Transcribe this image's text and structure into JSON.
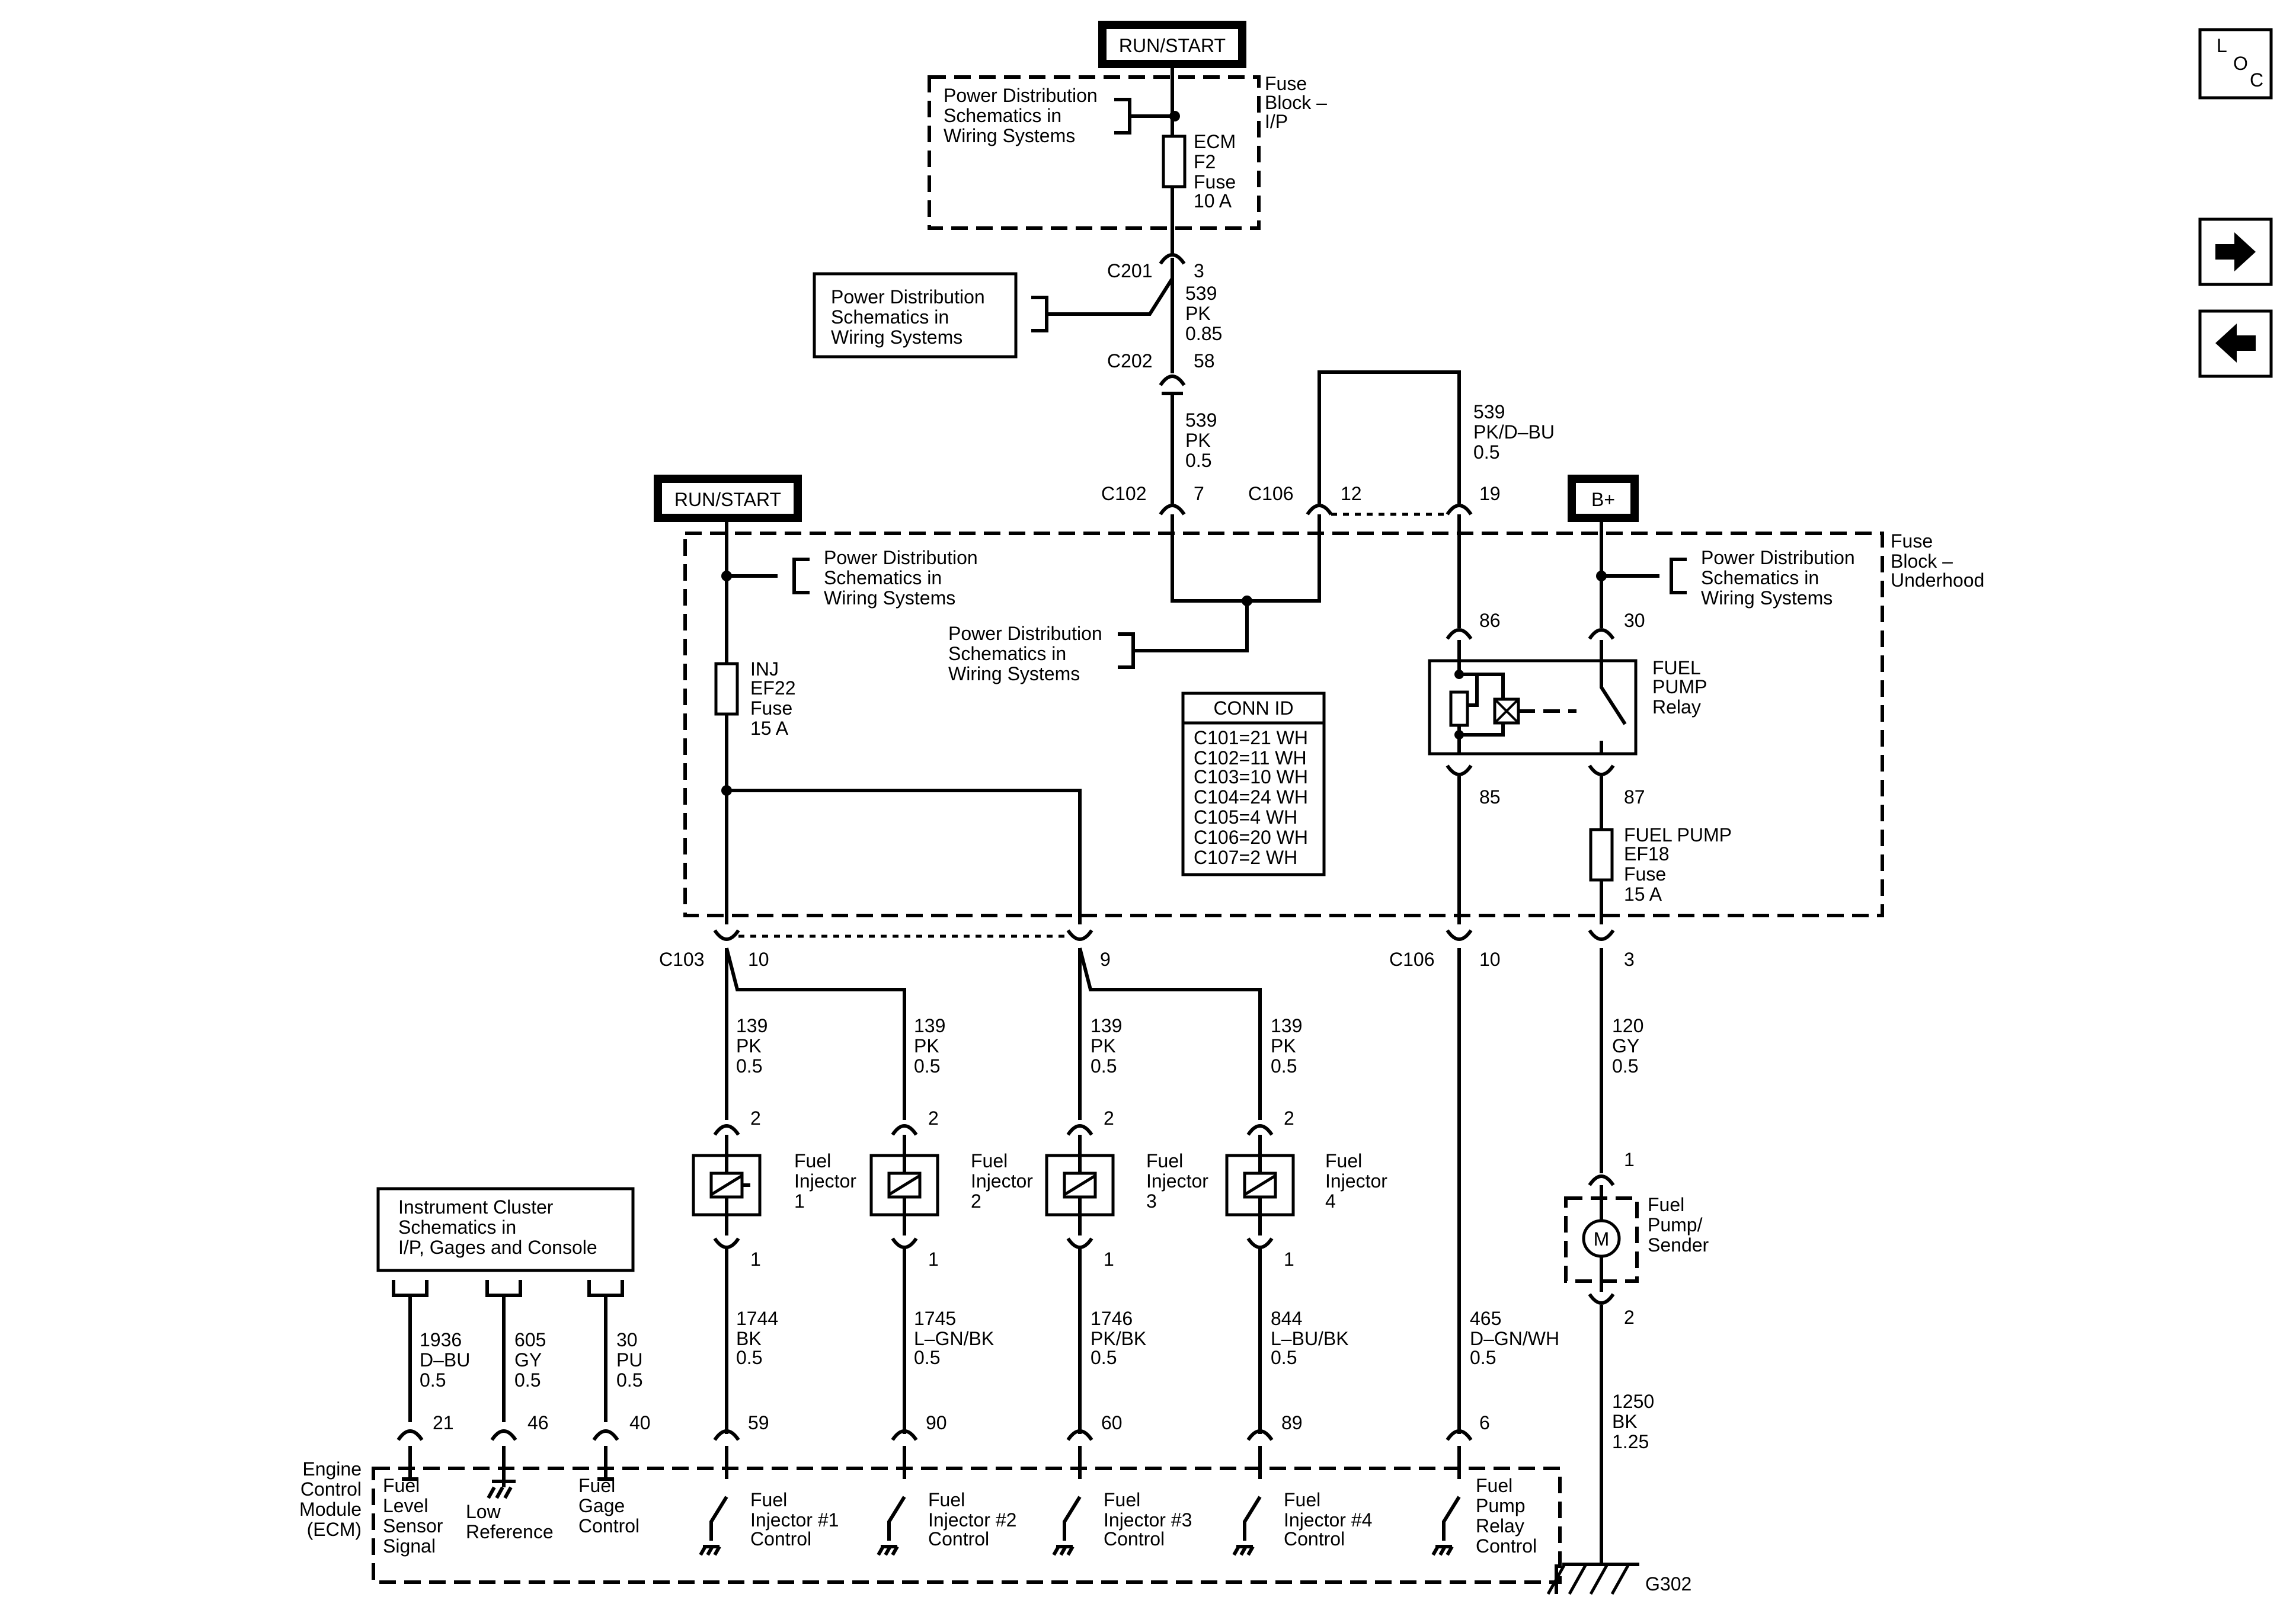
{
  "nav": {
    "loc_l": "L",
    "loc_o": "O",
    "loc_c": "C"
  },
  "supply": {
    "run_start_top": "RUN/START",
    "run_start_left": "RUN/START",
    "b_plus": "B+",
    "fuse_block_ip": [
      "Fuse",
      "Block –",
      "I/P"
    ],
    "fuse_block_underhood": [
      "Fuse",
      "Block –",
      "Underhood"
    ],
    "ecm_fuse": [
      "ECM",
      "F2",
      "Fuse",
      "10 A"
    ],
    "inj_fuse": [
      "INJ",
      "EF22",
      "Fuse",
      "15 A"
    ],
    "fuel_pump_fuse": [
      "FUEL PUMP",
      "EF18",
      "Fuse",
      "15 A"
    ]
  },
  "refs": {
    "power_dist": [
      "Power Distribution",
      "Schematics in",
      "Wiring Systems"
    ],
    "instrument_cluster": [
      "Instrument Cluster",
      "Schematics in",
      "I/P, Gages and Console"
    ]
  },
  "conn_id": {
    "title": "CONN ID",
    "rows": [
      "C101=21 WH",
      "C102=11 WH",
      "C103=10 WH",
      "C104=24 WH",
      "C105=4 WH",
      "C106=20 WH",
      "C107=2 WH"
    ]
  },
  "connectors": {
    "c201": "C201",
    "c201_pin": "3",
    "c202": "C202",
    "c202_pin": "58",
    "c102": "C102",
    "c102_pin": "7",
    "c106_top": "C106",
    "c106_top_pin_a": "12",
    "c106_top_pin_b": "19",
    "c103": "C103",
    "c103_pin_a": "10",
    "c103_pin_b": "9",
    "c106_bottom": "C106",
    "c106_bottom_pin_a": "10",
    "c106_bottom_pin_b": "3"
  },
  "wires": {
    "w539_085": [
      "539",
      "PK",
      "0.85"
    ],
    "w539_05": [
      "539",
      "PK",
      "0.5"
    ],
    "w539_pkdbu": [
      "539",
      "PK/D–BU",
      "0.5"
    ],
    "w139": [
      "139",
      "PK",
      "0.5"
    ],
    "w1744": [
      "1744",
      "BK",
      "0.5"
    ],
    "w1745": [
      "1745",
      "L–GN/BK",
      "0.5"
    ],
    "w1746": [
      "1746",
      "PK/BK",
      "0.5"
    ],
    "w844": [
      "844",
      "L–BU/BK",
      "0.5"
    ],
    "w465": [
      "465",
      "D–GN/WH",
      "0.5"
    ],
    "w120": [
      "120",
      "GY",
      "0.5"
    ],
    "w1250": [
      "1250",
      "BK",
      "1.25"
    ],
    "w1936": [
      "1936",
      "D–BU",
      "0.5"
    ],
    "w605": [
      "605",
      "GY",
      "0.5"
    ],
    "w30": [
      "30",
      "PU",
      "0.5"
    ]
  },
  "relay": {
    "label": [
      "FUEL",
      "PUMP",
      "Relay"
    ],
    "pin86": "86",
    "pin85": "85",
    "pin30": "30",
    "pin87": "87"
  },
  "injectors": [
    {
      "label": [
        "Fuel",
        "Injector",
        "1"
      ],
      "pin_top": "2",
      "pin_bottom": "1",
      "ecm_pin": "59",
      "control": [
        "Fuel",
        "Injector #1",
        "Control"
      ]
    },
    {
      "label": [
        "Fuel",
        "Injector",
        "2"
      ],
      "pin_top": "2",
      "pin_bottom": "1",
      "ecm_pin": "90",
      "control": [
        "Fuel",
        "Injector #2",
        "Control"
      ]
    },
    {
      "label": [
        "Fuel",
        "Injector",
        "3"
      ],
      "pin_top": "2",
      "pin_bottom": "1",
      "ecm_pin": "60",
      "control": [
        "Fuel",
        "Injector #3",
        "Control"
      ]
    },
    {
      "label": [
        "Fuel",
        "Injector",
        "4"
      ],
      "pin_top": "2",
      "pin_bottom": "1",
      "ecm_pin": "89",
      "control": [
        "Fuel",
        "Injector #4",
        "Control"
      ]
    }
  ],
  "pump": {
    "label": [
      "Fuel",
      "Pump/",
      "Sender"
    ],
    "motor": "M",
    "pin_top": "1",
    "pin_bottom": "2",
    "ground": "G302"
  },
  "ecm": {
    "label": [
      "Engine",
      "Control",
      "Module",
      "(ECM)"
    ],
    "pin21": "21",
    "pin46": "46",
    "pin40": "40",
    "pin6": "6",
    "fuel_level": [
      "Fuel",
      "Level",
      "Sensor",
      "Signal"
    ],
    "low_ref": [
      "Low",
      "Reference"
    ],
    "gage_ctrl": [
      "Fuel",
      "Gage",
      "Control"
    ],
    "pump_relay_ctrl": [
      "Fuel",
      "Pump",
      "Relay",
      "Control"
    ]
  }
}
